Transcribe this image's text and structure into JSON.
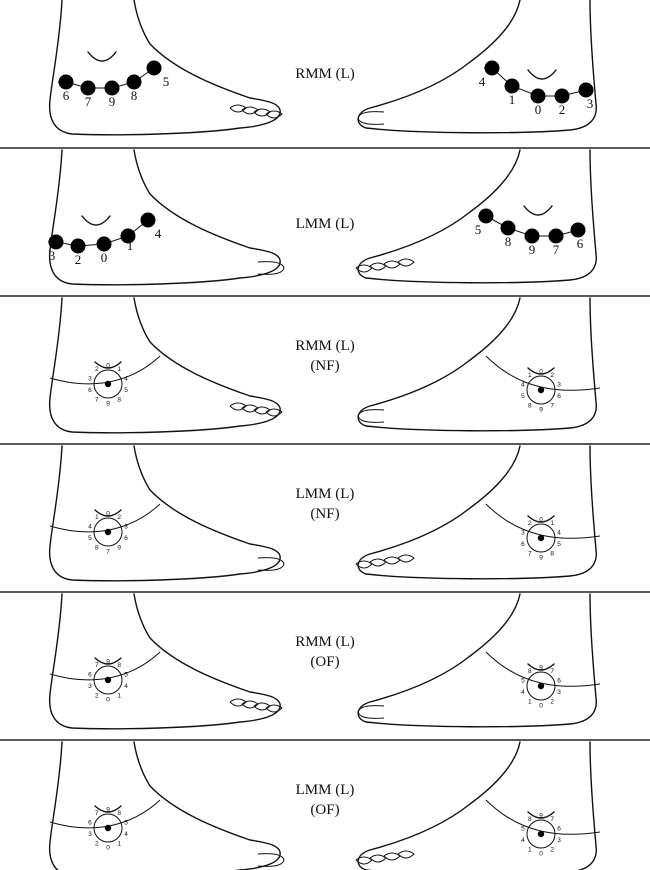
{
  "panels": [
    {
      "label_lines": [
        "RMM (L)"
      ],
      "mode": "beads",
      "left_numbers": [
        "6",
        "7",
        "9",
        "8",
        "5"
      ],
      "right_numbers": [
        "4",
        "1",
        "0",
        "2",
        "3"
      ]
    },
    {
      "label_lines": [
        "LMM (L)"
      ],
      "mode": "beads",
      "left_numbers": [
        "3",
        "2",
        "0",
        "1",
        "4"
      ],
      "right_numbers": [
        "5",
        "8",
        "9",
        "7",
        "6"
      ]
    },
    {
      "label_lines": [
        "RMM (L)",
        "(NF)"
      ],
      "mode": "circle",
      "left_numbers": [
        "0",
        "1",
        "4",
        "5",
        "8",
        "9",
        "7",
        "6",
        "3",
        "2"
      ],
      "right_numbers": [
        "0",
        "2",
        "3",
        "6",
        "7",
        "9",
        "8",
        "5",
        "4",
        "1"
      ]
    },
    {
      "label_lines": [
        "LMM (L)",
        "(NF)"
      ],
      "mode": "circle",
      "left_numbers": [
        "0",
        "2",
        "3",
        "6",
        "9",
        "7",
        "8",
        "5",
        "4",
        "1"
      ],
      "right_numbers": [
        "0",
        "1",
        "4",
        "5",
        "8",
        "9",
        "7",
        "6",
        "3",
        "2"
      ]
    },
    {
      "label_lines": [
        "RMM (L)",
        "(OF)"
      ],
      "mode": "circle",
      "left_numbers": [
        "9",
        "8",
        "5",
        "4",
        "1",
        "0",
        "2",
        "3",
        "6",
        "7"
      ],
      "right_numbers": [
        "9",
        "7",
        "6",
        "3",
        "2",
        "0",
        "1",
        "4",
        "5",
        "8"
      ]
    },
    {
      "label_lines": [
        "LMM (L)",
        "(OF)"
      ],
      "mode": "circle",
      "left_numbers": [
        "9",
        "8",
        "5",
        "4",
        "1",
        "0",
        "2",
        "3",
        "6",
        "7"
      ],
      "right_numbers": [
        "9",
        "7",
        "6",
        "3",
        "2",
        "0",
        "1",
        "4",
        "5",
        "8"
      ]
    }
  ]
}
